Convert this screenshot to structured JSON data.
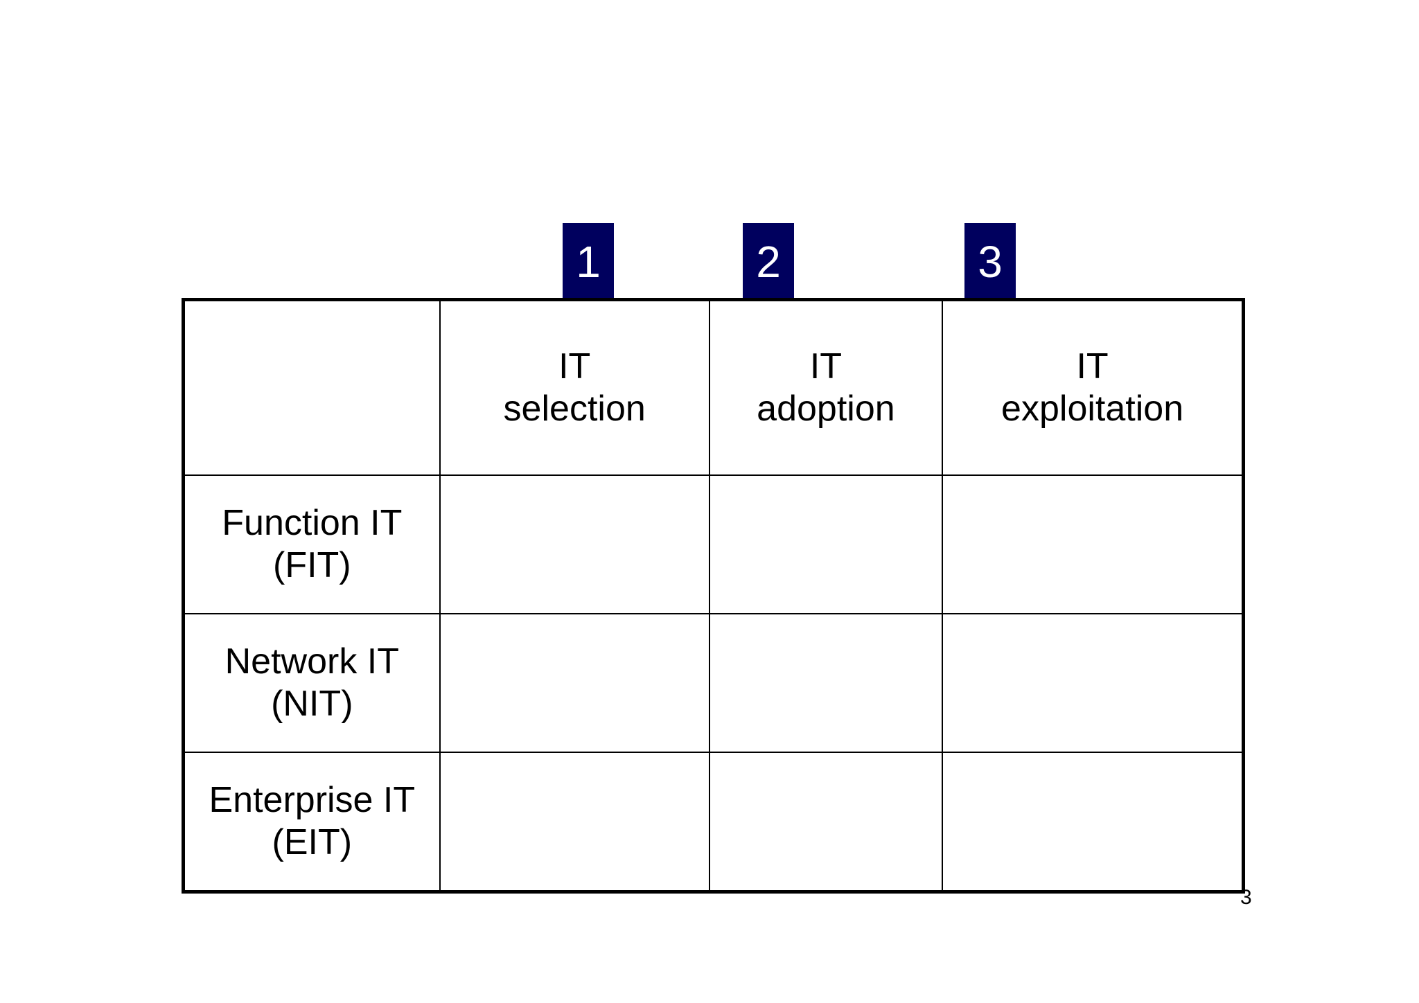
{
  "slide": {
    "page_number": "3",
    "accent_color": "#00005e",
    "tabs": [
      {
        "label": "1"
      },
      {
        "label": "2"
      },
      {
        "label": "3"
      }
    ],
    "table": {
      "corner_label": "",
      "column_headers": [
        {
          "line1": "IT",
          "line2": "selection"
        },
        {
          "line1": "IT",
          "line2": "adoption"
        },
        {
          "line1": "IT",
          "line2": "exploitation"
        }
      ],
      "rows": [
        {
          "label_line1": "Function IT",
          "label_line2": "(FIT)",
          "cells": [
            "",
            "",
            ""
          ]
        },
        {
          "label_line1": "Network IT",
          "label_line2": "(NIT)",
          "cells": [
            "",
            "",
            ""
          ]
        },
        {
          "label_line1": "Enterprise IT",
          "label_line2": "(EIT)",
          "cells": [
            "",
            "",
            ""
          ]
        }
      ]
    }
  }
}
